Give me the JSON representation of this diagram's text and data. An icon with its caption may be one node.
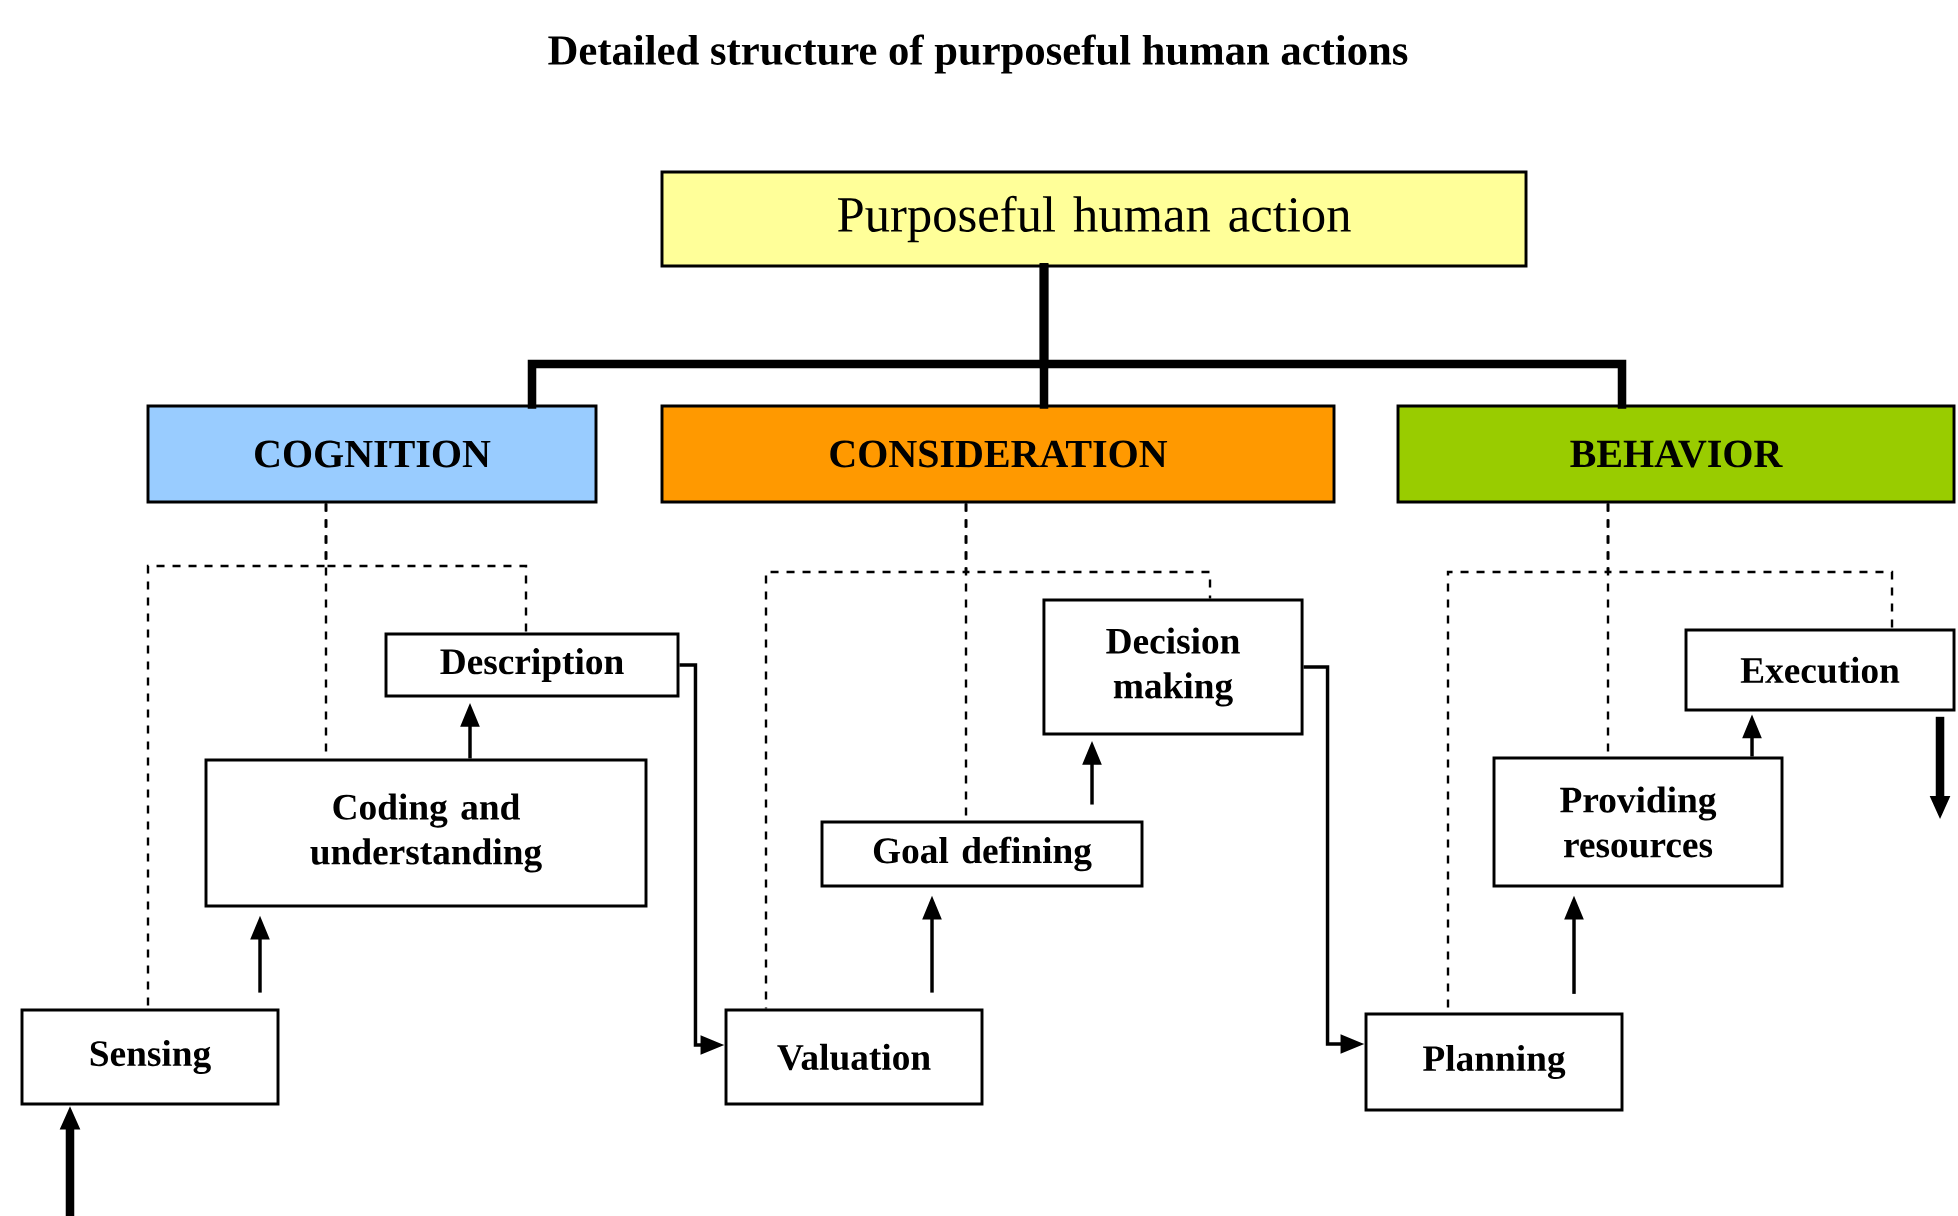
{
  "diagram": {
    "title": "Detailed structure of purposeful human actions",
    "nodes": [
      {
        "text": [
          "Purposeful human action"
        ]
      },
      {
        "text": [
          "COGNITION"
        ]
      },
      {
        "text": [
          "CONSIDERATION"
        ]
      },
      {
        "text": [
          "BEHAVIOR"
        ]
      },
      {
        "text": [
          "Description"
        ]
      },
      {
        "text": [
          "Coding and understanding"
        ]
      },
      {
        "text": [
          "Sensing"
        ]
      },
      {
        "text": [
          "Decision making"
        ]
      },
      {
        "text": [
          "Goal defining"
        ]
      },
      {
        "text": [
          "Valuation"
        ]
      },
      {
        "text": [
          "Execution"
        ]
      },
      {
        "text": [
          "Providing resources"
        ]
      },
      {
        "text": [
          "Planning"
        ]
      }
    ],
    "edges": [
      {
        "from": 0,
        "to": 1,
        "arrow": "none",
        "style": "thick"
      },
      {
        "from": 0,
        "to": 2,
        "arrow": "none",
        "style": "thick"
      },
      {
        "from": 0,
        "to": 3,
        "arrow": "none",
        "style": "thick"
      },
      {
        "from": 1,
        "to": 6,
        "arrow": "none",
        "style": "dashed"
      },
      {
        "from": 1,
        "to": 5,
        "arrow": "none",
        "style": "dashed"
      },
      {
        "from": 1,
        "to": 4,
        "arrow": "none",
        "style": "dashed"
      },
      {
        "from": 2,
        "to": 9,
        "arrow": "none",
        "style": "dashed"
      },
      {
        "from": 2,
        "to": 8,
        "arrow": "none",
        "style": "dashed"
      },
      {
        "from": 2,
        "to": 7,
        "arrow": "none",
        "style": "dashed"
      },
      {
        "from": 3,
        "to": 12,
        "arrow": "none",
        "style": "dashed"
      },
      {
        "from": 3,
        "to": 11,
        "arrow": "none",
        "style": "dashed"
      },
      {
        "from": 3,
        "to": 10,
        "arrow": "none",
        "style": "dashed"
      },
      {
        "from": null,
        "to": 6,
        "arrow": "to",
        "style": "thick"
      },
      {
        "from": 6,
        "to": 5,
        "arrow": "to"
      },
      {
        "from": 5,
        "to": 4,
        "arrow": "to"
      },
      {
        "from": 4,
        "to": 9,
        "arrow": "to"
      },
      {
        "from": 9,
        "to": 8,
        "arrow": "to"
      },
      {
        "from": 8,
        "to": 7,
        "arrow": "to"
      },
      {
        "from": 7,
        "to": 12,
        "arrow": "to"
      },
      {
        "from": 12,
        "to": 11,
        "arrow": "to"
      },
      {
        "from": 11,
        "to": 10,
        "arrow": "to"
      },
      {
        "from": 10,
        "to": null,
        "arrow": "to",
        "style": "thick"
      }
    ]
  }
}
